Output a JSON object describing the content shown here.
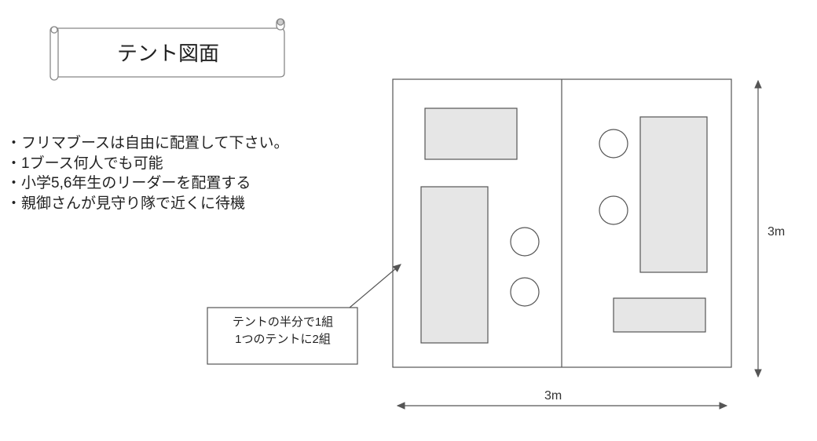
{
  "title": "テント図面",
  "notes": [
    "・フリマブースは自由に配置して下さい。",
    "・1ブース何人でも可能",
    "・小学5,6年生のリーダーを配置する",
    "・親御さんが見守り隊で近くに待機"
  ],
  "callout": {
    "line1": "テントの半分で1組",
    "line2": "1つのテントに2組"
  },
  "dimensions": {
    "height_label": "3m",
    "width_label": "3m"
  },
  "colors": {
    "fill": "#e6e6e6",
    "stroke": "#555555"
  }
}
